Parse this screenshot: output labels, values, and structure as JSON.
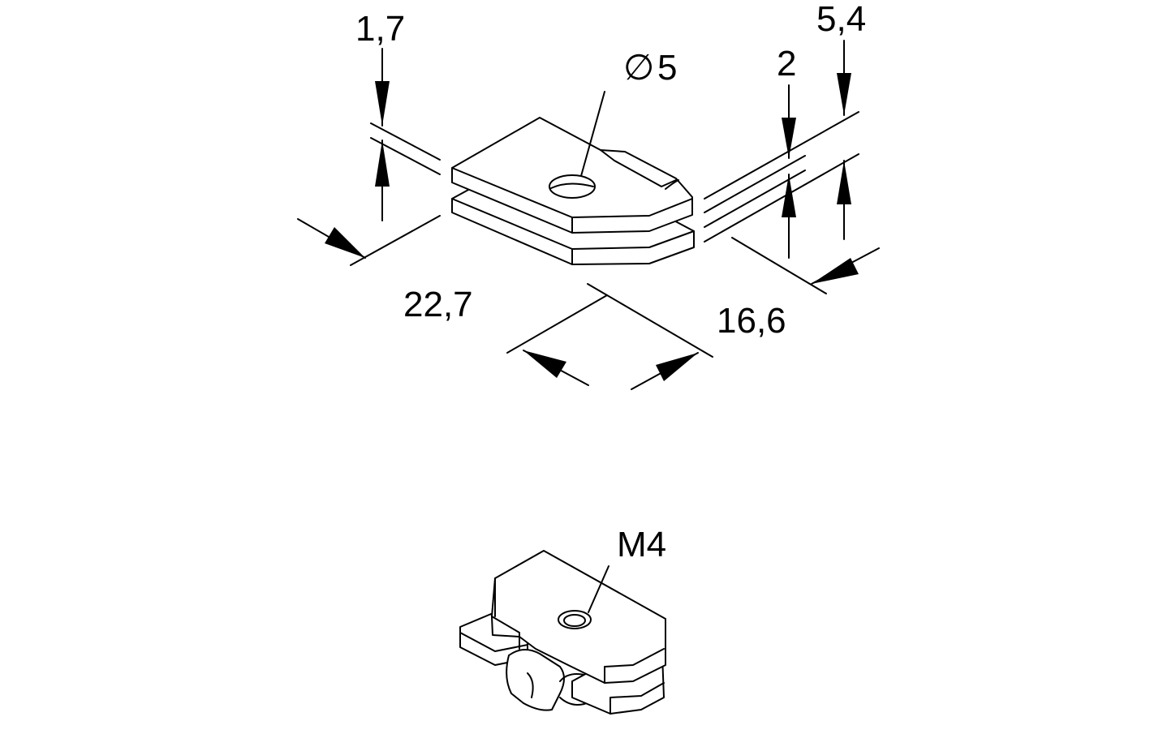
{
  "dimensions": {
    "thickness": "1,7",
    "hole_diameter_symbol": "∅",
    "hole_diameter": "5",
    "gap": "2",
    "total_height": "5,4",
    "length": "22,7",
    "width": "16,6"
  },
  "thread_label": "M4",
  "colors": {
    "line": "#000000",
    "background": "#ffffff"
  }
}
